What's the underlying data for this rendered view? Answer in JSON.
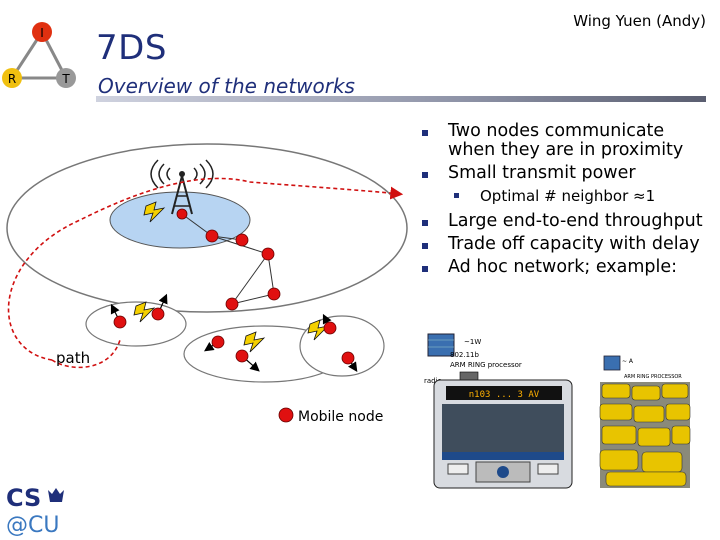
{
  "header": {
    "author": "Wing Yuen (Andy)",
    "title": "7DS",
    "subtitle": "Overview of the networks"
  },
  "logo_nodes": {
    "top": "I",
    "left": "R",
    "right": "T"
  },
  "bullets": [
    {
      "text": "Two nodes communicate when they are in proximity",
      "level": 1
    },
    {
      "text": "Small transmit power",
      "level": 1
    },
    {
      "text": "Optimal # neighbor ≈1",
      "level": 2
    },
    {
      "text": "Large end-to-end throughput",
      "level": 1
    },
    {
      "text": "Trade off capacity with delay",
      "level": 1
    },
    {
      "text": "Ad hoc network; example:",
      "level": 1
    }
  ],
  "diagram": {
    "path_label": "path",
    "legend_label": "Mobile node",
    "colors": {
      "node": "#e01010",
      "cell": "#b7d4f2",
      "ellipse_stroke": "#777777",
      "path": "#d01010"
    }
  },
  "bus_photo": {
    "label_1w": "~1W",
    "label_80211b": "802.11b",
    "label_arm": "ARM RING processor",
    "label_radio": "radio",
    "sign_text": "n103 ... 3 AV"
  },
  "taxi_photo": {
    "label_top": "~ A",
    "label_proc": "ARM RING PROCESSOR"
  },
  "footer_logo": {
    "line1": "CS",
    "line2": "@CU"
  },
  "colors": {
    "title": "#1f2f7a",
    "bullet": "#1f2f7a"
  }
}
